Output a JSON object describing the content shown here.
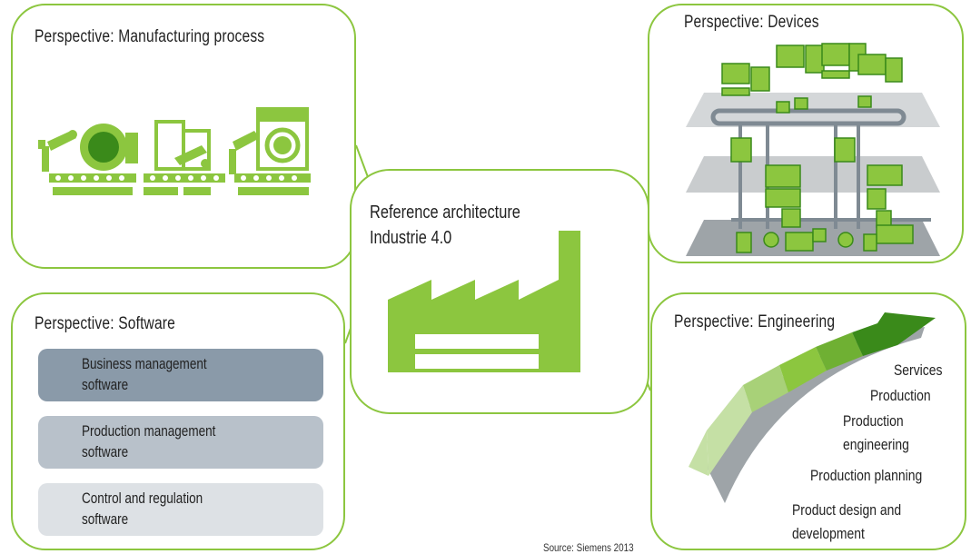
{
  "panels": {
    "manufacturing": {
      "title": "Perspective: Manufacturing process"
    },
    "devices": {
      "title": "Perspective: Devices"
    },
    "software": {
      "title": "Perspective: Software",
      "layers": [
        {
          "label_line1": "Business management",
          "label_line2": "software",
          "color": "#8a9aa9"
        },
        {
          "label_line1": "Production management",
          "label_line2": "software",
          "color": "#b8c1ca"
        },
        {
          "label_line1": "Control and regulation",
          "label_line2": "software",
          "color": "#dde1e5"
        }
      ]
    },
    "engineering": {
      "title": "Perspective: Engineering",
      "stages": [
        "Services",
        "Production",
        "Production",
        "engineering",
        "Production planning",
        "Product design and",
        "development"
      ]
    },
    "reference": {
      "title_line1": "Reference architecture",
      "title_line2": "Industrie 4.0"
    }
  },
  "source": "Source: Siemens 2013",
  "colors": {
    "accent": "#8cc63f",
    "dark_green": "#3a8a1a",
    "light_green": "#c5e0a5",
    "gray": "#9ea4a8"
  }
}
